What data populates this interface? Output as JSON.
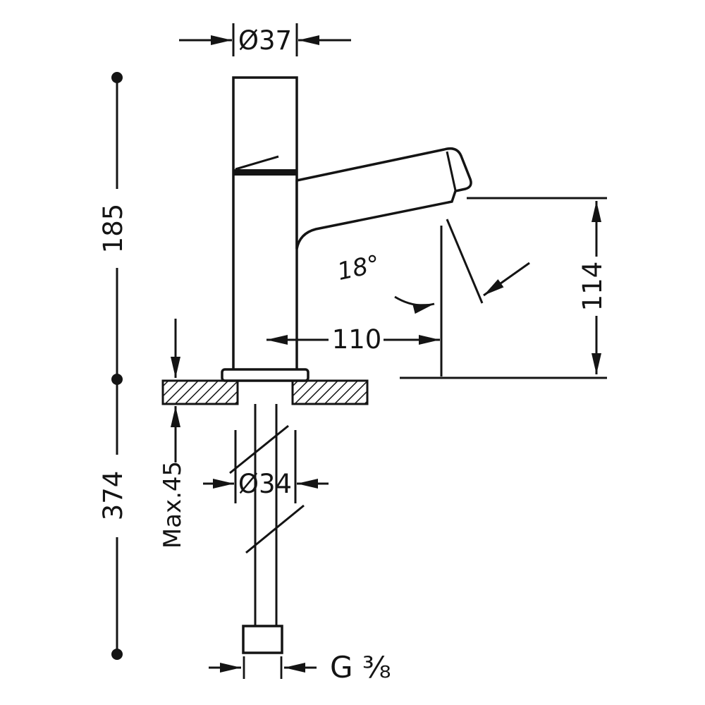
{
  "drawing": {
    "background_color": "#ffffff",
    "line_color": "#141414"
  },
  "dimensions": {
    "top_diameter": "Ø37",
    "height_above_deck": "185",
    "total_height": "374",
    "spout_height": "114",
    "spout_reach": "110",
    "spout_angle": "18°",
    "max_deck_thickness": "Max.45",
    "base_diameter": "Ø34",
    "thread_size": "G ⅜"
  }
}
